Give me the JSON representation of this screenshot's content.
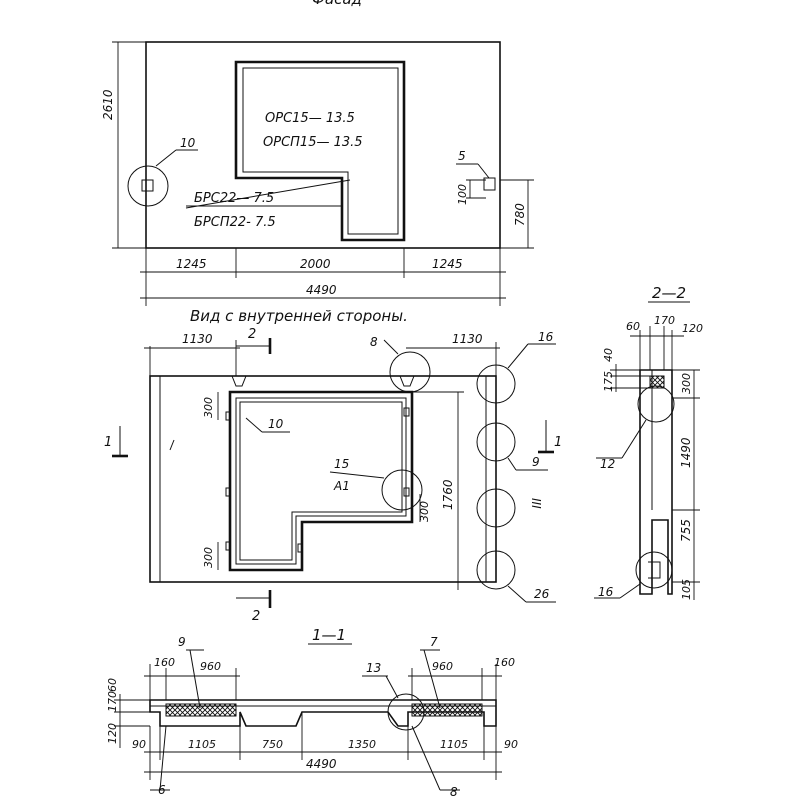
{
  "titles": {
    "facade": "Фасад",
    "inner_view": "Вид с внутренней стороны.",
    "section_1": "1—1",
    "section_2": "2—2"
  },
  "facade": {
    "marks_top": [
      "ОРС15— 13.5",
      "ОРСП15— 13.5"
    ],
    "marks_bottom": [
      "БРС22— 7.5",
      "БРСП22- 7.5"
    ],
    "callouts": [
      "10",
      "5"
    ],
    "dims": {
      "height": "2610",
      "seg_left": "1245",
      "seg_mid": "2000",
      "seg_right": "1245",
      "total": "4490",
      "right_small": "100",
      "right_height": "780"
    }
  },
  "inner": {
    "dims": {
      "left_1130": "1130",
      "right_1130": "1130",
      "d300_a": "300",
      "d300_b": "300",
      "d300_c": "300",
      "d1760": "1760"
    },
    "callouts": [
      "8",
      "16",
      "10",
      "15",
      "9",
      "26"
    ],
    "label_a1": "А1",
    "label_iii": "III",
    "section_marks": [
      "2",
      "2",
      "1",
      "1"
    ]
  },
  "section22": {
    "dims_top": [
      "60",
      "170",
      "120"
    ],
    "dims_left": [
      "40",
      "175"
    ],
    "dims_right": [
      "300",
      "1490",
      "755",
      "105"
    ],
    "callouts": [
      "12",
      "16"
    ]
  },
  "section11": {
    "callouts": [
      "9",
      "7",
      "13",
      "6",
      "8"
    ],
    "dims_top": [
      "160",
      "960",
      "960",
      "160"
    ],
    "dims_left": [
      "170",
      "60",
      "120"
    ],
    "dims_bottom": [
      "90",
      "1105",
      "750",
      "1350",
      "1105",
      "90"
    ],
    "total": "4490"
  }
}
